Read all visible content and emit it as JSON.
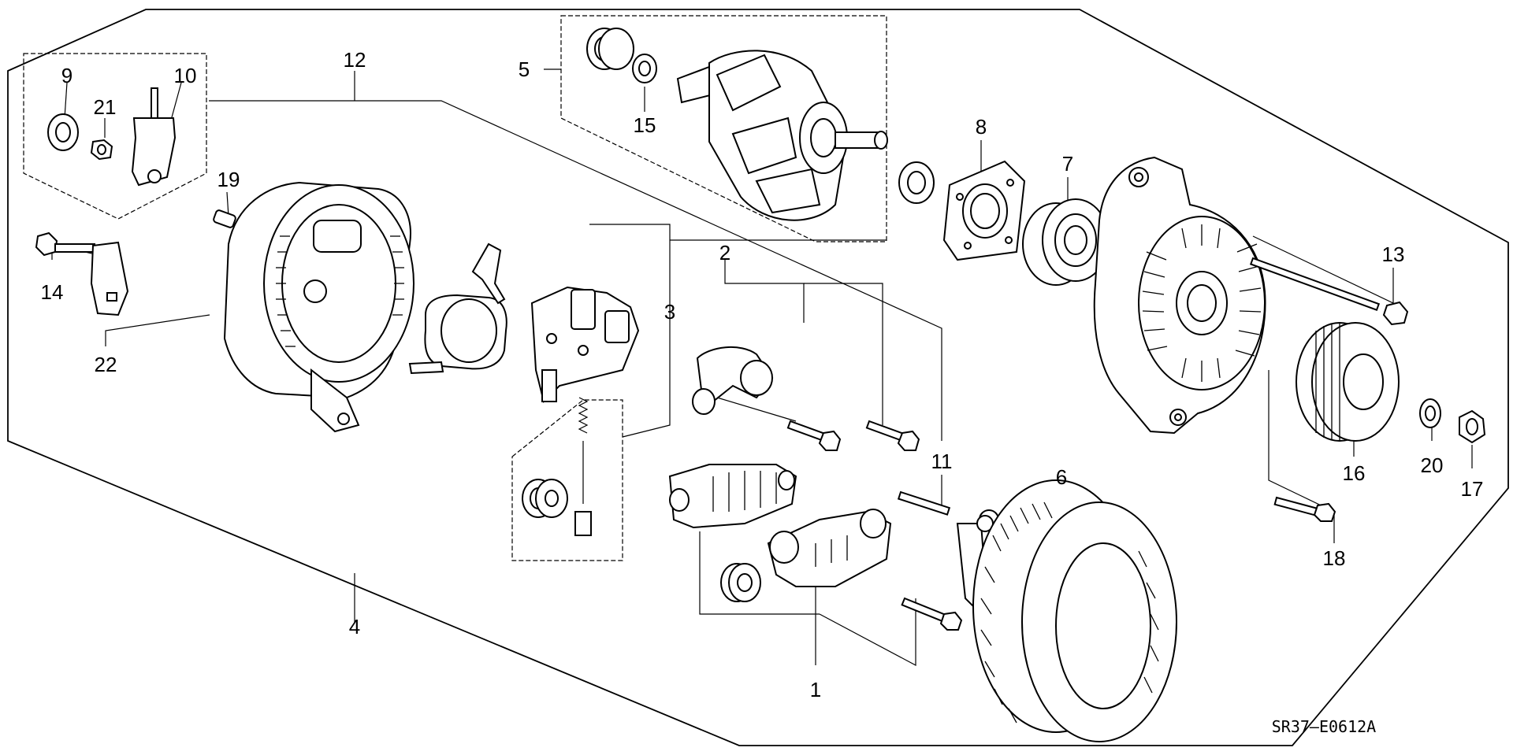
{
  "diagram": {
    "code": "SR37–E0612A",
    "callouts": [
      "1",
      "2",
      "3",
      "4",
      "5",
      "6",
      "7",
      "8",
      "9",
      "10",
      "11",
      "12",
      "13",
      "14",
      "15",
      "16",
      "17",
      "18",
      "19",
      "20",
      "21",
      "22"
    ]
  }
}
